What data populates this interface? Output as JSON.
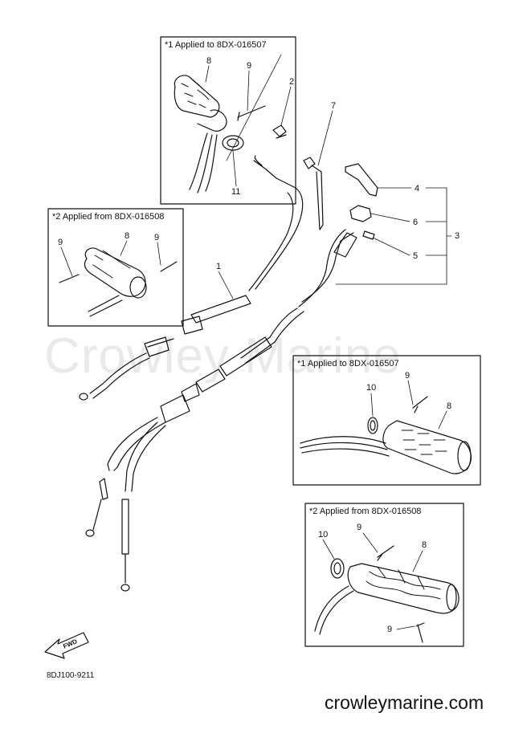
{
  "watermark": "Crowley Marine",
  "footer_url": "crowleymarine.com",
  "diagram_code": "8DJ100-9211",
  "fwd_label": "FWD",
  "boxes": {
    "top_left_title": "*1 Applied to 8DX-016507",
    "mid_left_title": "*2 Applied from 8DX-016508",
    "mid_right_title": "*1 Applied to 8DX-016507",
    "bottom_right_title": "*2 Applied from 8DX-016508"
  },
  "callouts": {
    "tl_8": "8",
    "tl_9": "9",
    "tl_11": "11",
    "main_2": "2",
    "main_7": "7",
    "main_1": "1",
    "main_4": "4",
    "main_6": "6",
    "main_5": "5",
    "main_3": "3",
    "ml_9a": "9",
    "ml_8": "8",
    "ml_9b": "9",
    "mr_10": "10",
    "mr_9": "9",
    "mr_8": "8",
    "br_10": "10",
    "br_9a": "9",
    "br_8": "8",
    "br_9b": "9"
  }
}
